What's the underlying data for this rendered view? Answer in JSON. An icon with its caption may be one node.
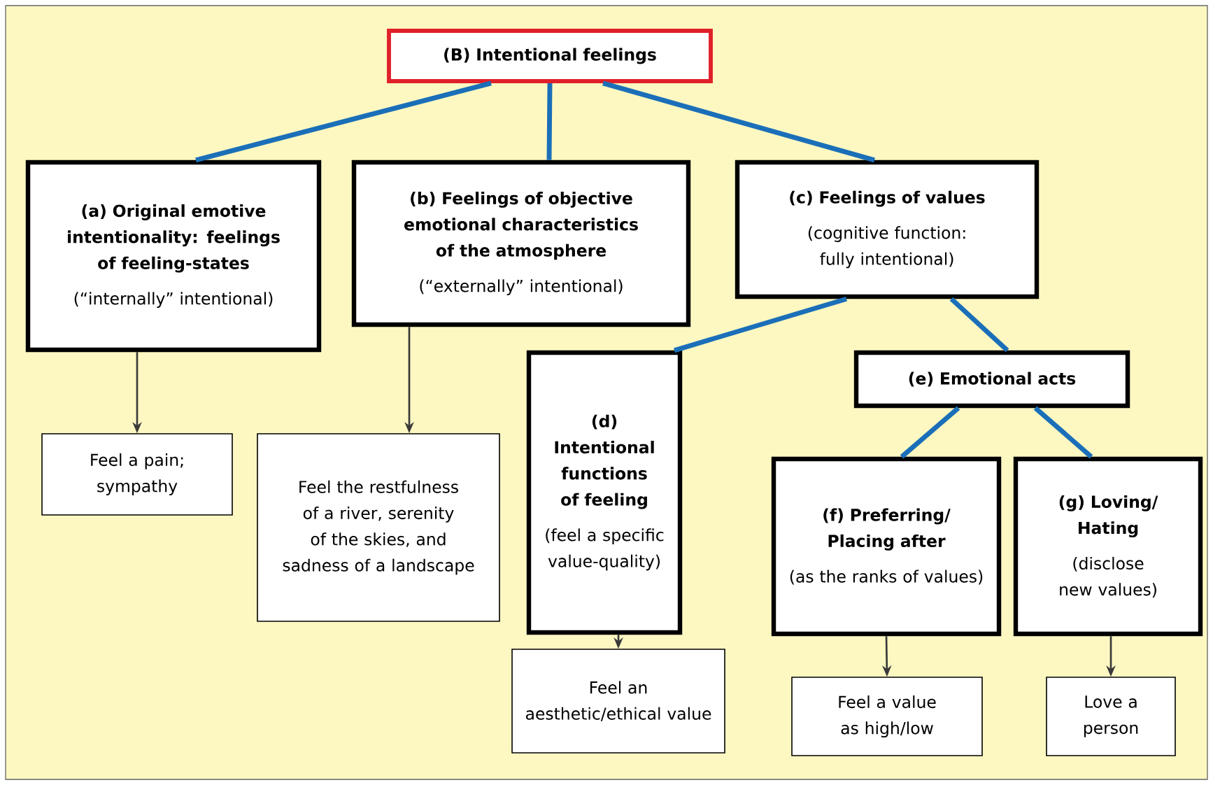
{
  "diagram": {
    "nodes": [
      {
        "text": [
          "(B) Intentional feelings"
        ]
      },
      {
        "text": [
          "(a) Original emotive intentionality: feelings of feeling-states",
          "(“internally” intentional)"
        ]
      },
      {
        "text": [
          "(b) Feelings of objective emotional characteristics of the atmosphere",
          "(“externally” intentional)"
        ]
      },
      {
        "text": [
          "(c) Feelings of values",
          "(cognitive function: fully intentional)"
        ]
      },
      {
        "text": [
          "Feel a pain; sympathy"
        ]
      },
      {
        "text": [
          "Feel the restfulness of a river, serenity of the skies, and sadness of a landscape"
        ]
      },
      {
        "text": [
          "(d) Intentional functions of feeling",
          "(feel a specific value-quality)"
        ]
      },
      {
        "text": [
          "(e) Emotional acts"
        ]
      },
      {
        "text": [
          "(f) Preferring/ Placing after",
          "(as the ranks of values)"
        ]
      },
      {
        "text": [
          "(g) Loving/ Hating",
          "(disclose new values)"
        ]
      },
      {
        "text": [
          "Feel an aesthetic/ethical value"
        ]
      },
      {
        "text": [
          "Feel a value as high/low"
        ]
      },
      {
        "text": [
          "Love a person"
        ]
      }
    ],
    "edges": [
      {
        "from": 0,
        "to": 1,
        "arrow": "none"
      },
      {
        "from": 0,
        "to": 2,
        "arrow": "none"
      },
      {
        "from": 0,
        "to": 3,
        "arrow": "none"
      },
      {
        "from": 3,
        "to": 6,
        "arrow": "none"
      },
      {
        "from": 3,
        "to": 7,
        "arrow": "none"
      },
      {
        "from": 7,
        "to": 8,
        "arrow": "none"
      },
      {
        "from": 7,
        "to": 9,
        "arrow": "none"
      },
      {
        "from": 1,
        "to": 4,
        "arrow": "to",
        "color": "#3a3a3a"
      },
      {
        "from": 2,
        "to": 5,
        "arrow": "to",
        "color": "#3a3a3a"
      },
      {
        "from": 6,
        "to": 10,
        "arrow": "to",
        "color": "#3a3a3a"
      },
      {
        "from": 8,
        "to": 11,
        "arrow": "to",
        "color": "#3a3a3a"
      },
      {
        "from": 9,
        "to": 12,
        "arrow": "to",
        "color": "#3a3a3a"
      }
    ]
  }
}
